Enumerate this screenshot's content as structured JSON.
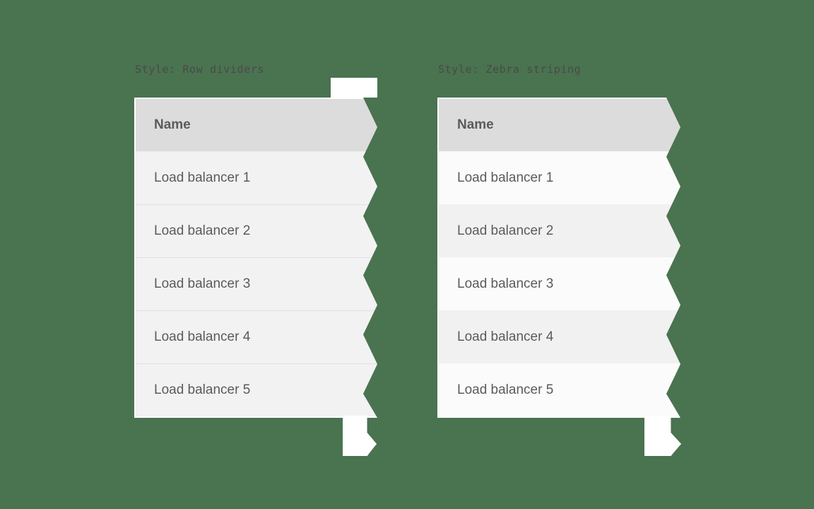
{
  "background_color": "#4a7350",
  "panels": [
    {
      "id": "row-dividers",
      "label": "Style: Row dividers",
      "header": "Name",
      "rows": [
        "Load balancer 1",
        "Load balancer 2",
        "Load balancer 3",
        "Load balancer 4",
        "Load balancer 5"
      ],
      "has_top_tab": true,
      "colors": {
        "header_bg": "#dcdcdc",
        "row_bg": "#f2f2f2",
        "divider": "#e1e1e1",
        "header_text": "#2b2b2b",
        "cell_text": "#5b5b5b",
        "label_text": "#4a4a4a",
        "edge": "#ffffff"
      }
    },
    {
      "id": "zebra-striping",
      "label": "Style: Zebra striping",
      "header": "Name",
      "rows": [
        "Load balancer 1",
        "Load balancer 2",
        "Load balancer 3",
        "Load balancer 4",
        "Load balancer 5"
      ],
      "has_top_tab": false,
      "colors": {
        "header_bg": "#dcdcdc",
        "row_bg_odd": "#fbfbfb",
        "row_bg_even": "#f1f1f1",
        "header_text": "#2b2b2b",
        "cell_text": "#5b5b5b",
        "label_text": "#4a4a4a",
        "edge": "#ffffff"
      }
    }
  ]
}
